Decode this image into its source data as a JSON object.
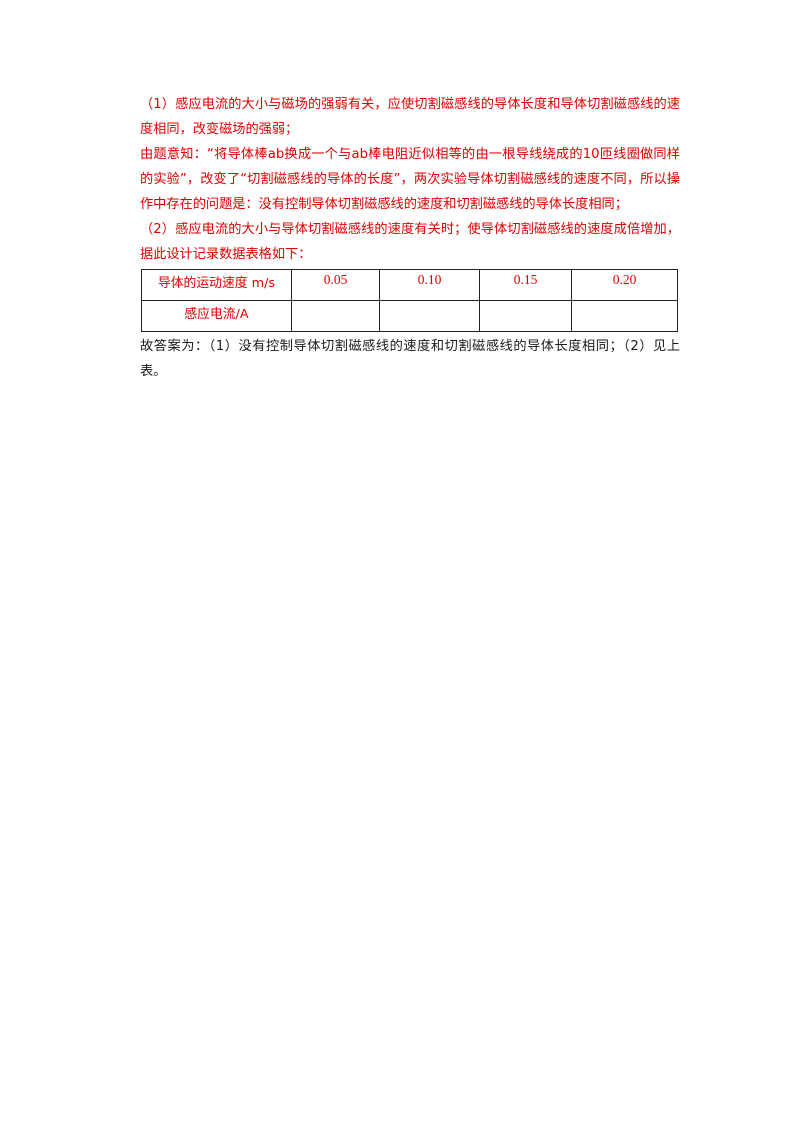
{
  "paragraphs": {
    "p1": "（1）感应电流的大小与磁场的强弱有关，应使切割磁感线的导体长度和导体切割磁感线的速度相同，改变磁场的强弱；",
    "p2": "由题意知：“将导体棒ab换成一个与ab棒电阻近似相等的由一根导线绕成的10匝线圈做同样的实验”，改变了“切割磁感线的导体的长度”，两次实验导体切割磁感线的速度不同，所以操作中存在的问题是：没有控制导体切割磁感线的速度和切割磁感线的导体长度相同；",
    "p3": "（2）感应电流的大小与导体切割磁感线的速度有关时；使导体切割磁感线的速度成倍增加，据此设计记录数据表格如下："
  },
  "table": {
    "row1": {
      "label": "导体的运动速度 m/s",
      "values": [
        "0.05",
        "0.10",
        "0.15",
        "0.20"
      ]
    },
    "row2": {
      "label": "感应电流/A",
      "values": [
        "",
        "",
        "",
        ""
      ]
    }
  },
  "answer": "故答案为：（1）没有控制导体切割磁感线的速度和切割磁感线的导体长度相同；（2）见上表。",
  "colors": {
    "red_text": "#e00000",
    "black_text": "#1a1a1a"
  }
}
